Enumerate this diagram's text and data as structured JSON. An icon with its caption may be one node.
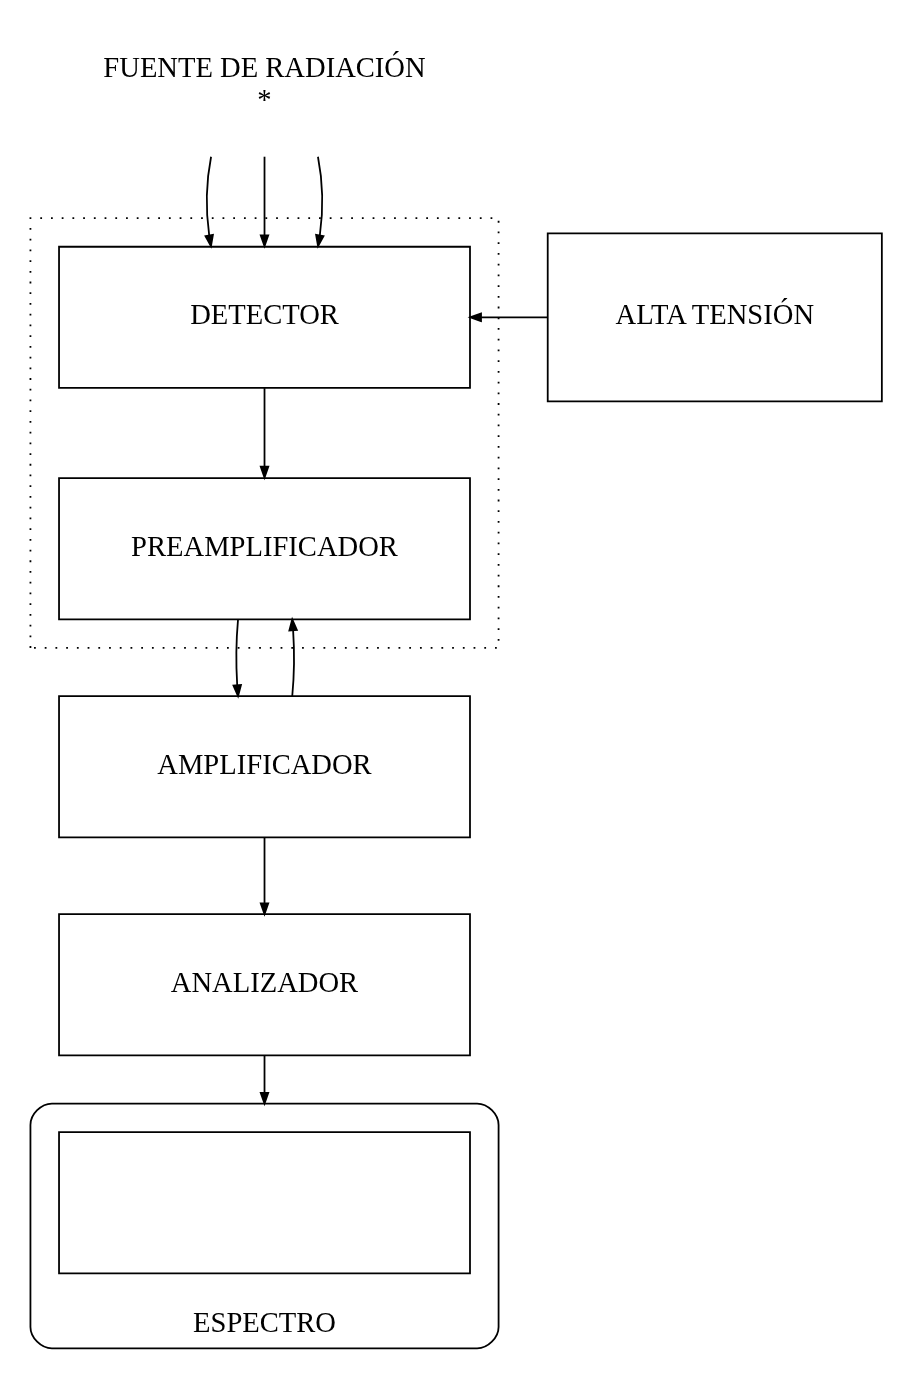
{
  "diagram": {
    "nodes": [
      {
        "text": [
          "FUENTE DE RADIACIÓN",
          "*"
        ]
      },
      {
        "text": [],
        "shape": "box"
      },
      {
        "text": [
          "DETECTOR"
        ],
        "in": 1
      },
      {
        "text": [
          "PREAMPLIFICADOR"
        ],
        "in": 1
      },
      {
        "text": [
          "ALTA TENSIÓN"
        ]
      },
      {
        "text": [
          "AMPLIFICADOR"
        ]
      },
      {
        "text": [
          "ANALIZADOR"
        ]
      },
      {
        "text": [
          "ESPECTRO"
        ]
      },
      {
        "text": [],
        "shape": "box",
        "in": 7
      }
    ],
    "edges": [
      {
        "from": 0,
        "to": 2,
        "arrow": "to"
      },
      {
        "from": 0,
        "to": 2,
        "arrow": "to"
      },
      {
        "from": 0,
        "to": 2,
        "arrow": "to"
      },
      {
        "from": 4,
        "to": 2,
        "arrow": "to"
      },
      {
        "from": 2,
        "to": 3,
        "arrow": "to"
      },
      {
        "from": 3,
        "to": 5,
        "arrow": "to"
      },
      {
        "from": 5,
        "to": 3,
        "arrow": "to"
      },
      {
        "from": 5,
        "to": 6,
        "arrow": "to"
      },
      {
        "from": 6,
        "to": 7,
        "arrow": "to"
      }
    ]
  }
}
